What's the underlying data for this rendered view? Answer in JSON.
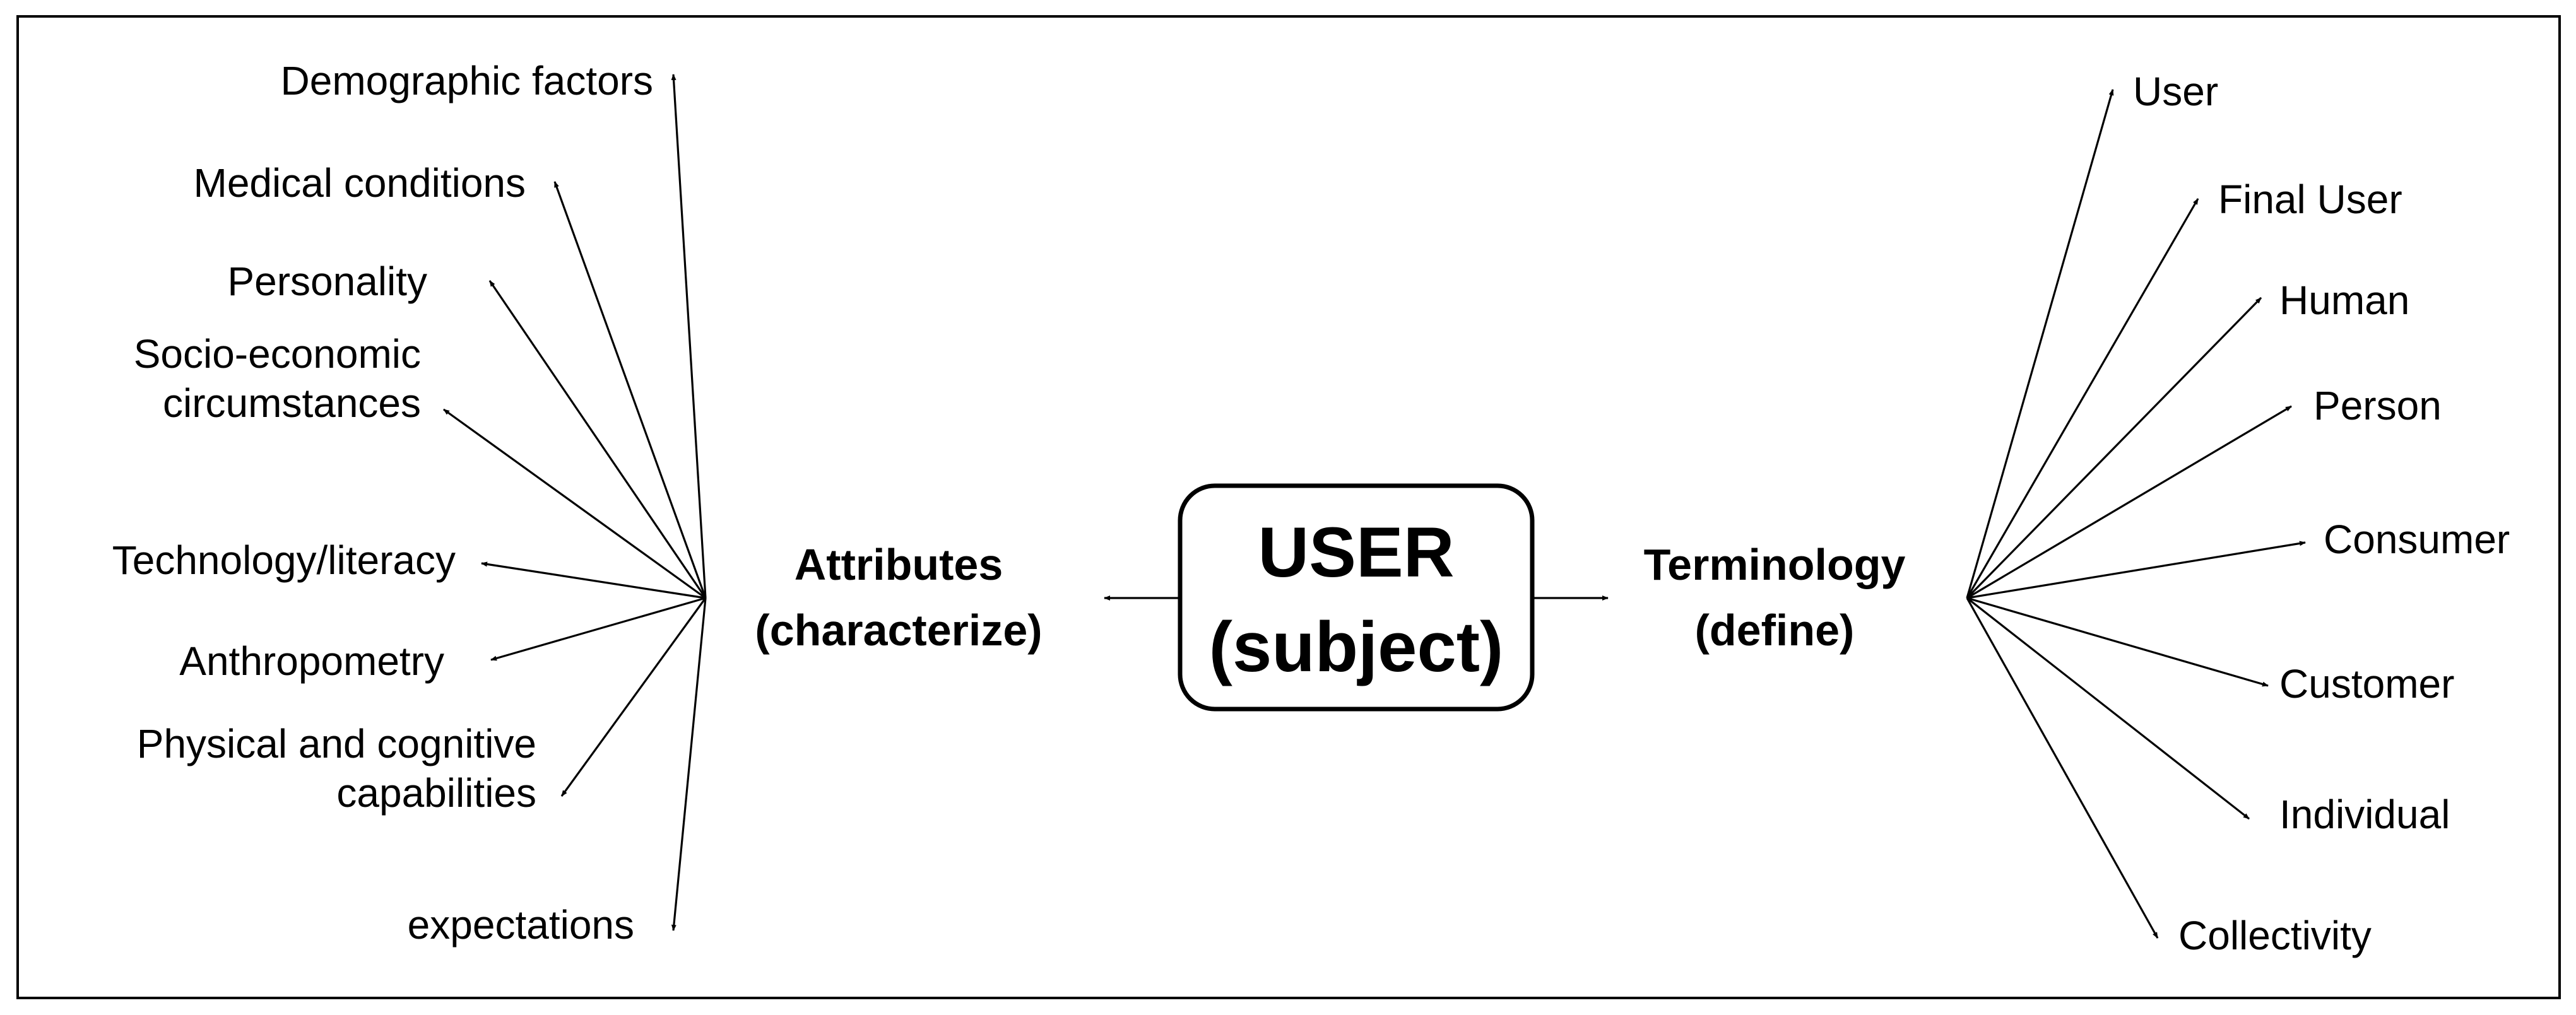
{
  "center": {
    "line1": "USER",
    "line2": "(subject)"
  },
  "attributes": {
    "line1": "Attributes",
    "line2": "(characterize)",
    "items": [
      {
        "lines": [
          "Demographic factors"
        ]
      },
      {
        "lines": [
          "Medical conditions"
        ]
      },
      {
        "lines": [
          "Personality"
        ]
      },
      {
        "lines": [
          "Socio-economic",
          "circumstances"
        ]
      },
      {
        "lines": [
          "Technology/literacy"
        ]
      },
      {
        "lines": [
          "Anthropometry"
        ]
      },
      {
        "lines": [
          "Physical and cognitive",
          "capabilities"
        ]
      },
      {
        "lines": [
          "expectations"
        ]
      }
    ]
  },
  "terminology": {
    "line1": "Terminology",
    "line2": "(define)",
    "items": [
      {
        "lines": [
          "User"
        ]
      },
      {
        "lines": [
          "Final User"
        ]
      },
      {
        "lines": [
          "Human"
        ]
      },
      {
        "lines": [
          "Person"
        ]
      },
      {
        "lines": [
          "Consumer"
        ]
      },
      {
        "lines": [
          "Customer"
        ]
      },
      {
        "lines": [
          "Individual"
        ]
      },
      {
        "lines": [
          "Collectivity"
        ]
      }
    ]
  }
}
